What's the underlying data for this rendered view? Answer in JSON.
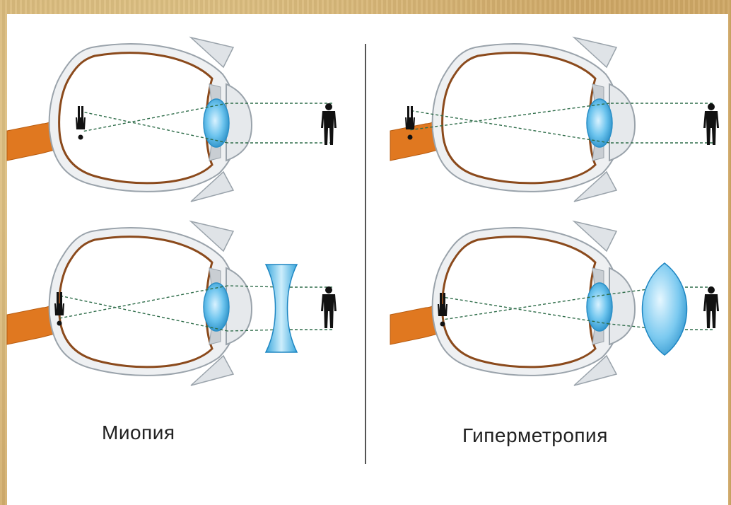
{
  "labels": {
    "myopia": "Миопия",
    "hyperopia": "Гиперметропия"
  },
  "colors": {
    "background_paper": "#d9b878",
    "panel": "#ffffff",
    "optic_nerve": "#e07820",
    "retina": "#8b4a1c",
    "sclera_fill": "#eef0f2",
    "sclera_stroke": "#9aa3ab",
    "lens": "#4fb3e6",
    "ray": "#2f6d4a",
    "person": "#111111",
    "divider": "#555555"
  },
  "panels": [
    {
      "name": "myopia-uncorrected",
      "corrective_lens": "none"
    },
    {
      "name": "hyperopia-uncorrected",
      "corrective_lens": "none"
    },
    {
      "name": "myopia-corrected",
      "corrective_lens": "concave"
    },
    {
      "name": "hyperopia-corrected",
      "corrective_lens": "convex"
    }
  ]
}
